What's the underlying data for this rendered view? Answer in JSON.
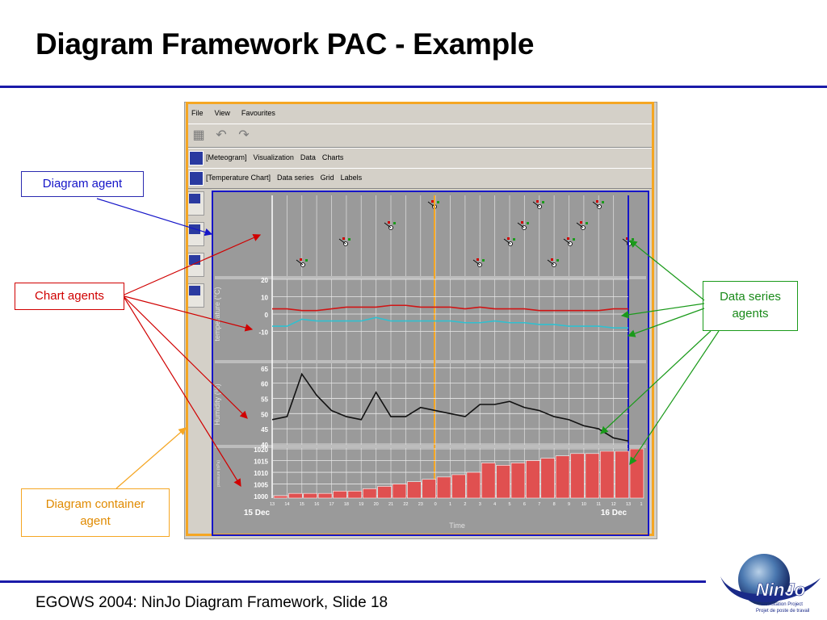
{
  "slide": {
    "title": "Diagram Framework PAC - Example",
    "footer": "EGOWS 2004: NinJo Diagram Framework, Slide 18"
  },
  "app": {
    "menu": [
      "File",
      "View",
      "Favourites"
    ],
    "toolbar_icons": [
      "print-icon",
      "undo-icon",
      "redo-icon"
    ],
    "meteogram_bar": {
      "items": [
        "[Meteogram]",
        "Visualization",
        "Data",
        "Charts"
      ]
    },
    "chart_bar": {
      "items": [
        "[Temperature Chart]",
        "Data series",
        "Grid",
        "Labels"
      ]
    }
  },
  "callouts": {
    "diagram_agent": "Diagram agent",
    "chart_agents": "Chart agents",
    "data_series_agents": [
      "Data series",
      "agents"
    ],
    "container_agent": [
      "Diagram container",
      "agent"
    ]
  },
  "logo": {
    "brand": "NinJo",
    "tagline": [
      "Workstation Project",
      "Projet de poste de travail"
    ]
  },
  "colors": {
    "diagram": "#1515c8",
    "chart": "#d00000",
    "series": "#1a9a1a",
    "container": "#f5a623"
  },
  "chart_data": {
    "type": "line",
    "x": [
      "13",
      "14",
      "15",
      "16",
      "17",
      "18",
      "19",
      "20",
      "21",
      "22",
      "23",
      "0",
      "1",
      "2",
      "3",
      "4",
      "5",
      "6",
      "7",
      "8",
      "9",
      "10",
      "11",
      "12",
      "13"
    ],
    "x_day_labels": [
      "15 Dec",
      "16 Dec"
    ],
    "x_after_last": "1",
    "xlabel": "Time",
    "panels": [
      {
        "ylabel": "temperature (°C)",
        "yticks": [
          "20",
          "10",
          "0",
          "-10"
        ],
        "ylim": [
          -20,
          20
        ],
        "series": [
          {
            "color": "#d01515",
            "values": [
              3,
              3,
              2,
              2,
              3,
              4,
              4,
              4,
              5,
              5,
              4,
              4,
              4,
              3,
              4,
              3,
              3,
              3,
              2,
              2,
              2,
              2,
              2,
              3,
              3
            ]
          },
          {
            "color": "#30c0d0",
            "values": [
              -7,
              -7,
              -3,
              -4,
              -4,
              -4,
              -4,
              -2,
              -4,
              -4,
              -4,
              -4,
              -4,
              -5,
              -5,
              -4,
              -5,
              -5,
              -6,
              -6,
              -7,
              -7,
              -7,
              -8,
              -8
            ]
          }
        ]
      },
      {
        "ylabel": "Humidity (%)",
        "yticks": [
          "65",
          "60",
          "55",
          "50",
          "45",
          "40"
        ],
        "ylim": [
          40,
          66
        ],
        "series": [
          {
            "color": "#111111",
            "values": [
              48,
              49,
              63,
              56,
              51,
              49,
              48,
              57,
              49,
              49,
              52,
              51,
              50,
              49,
              53,
              53,
              54,
              52,
              51,
              49,
              48,
              46,
              45,
              42,
              41
            ]
          }
        ]
      },
      {
        "ylabel": "pressure (hPa)",
        "yticks": [
          "1020",
          "1015",
          "1010",
          "1005",
          "1000"
        ],
        "ylim": [
          999,
          1020
        ],
        "type": "bar",
        "series": [
          {
            "color": "#e05050",
            "values": [
              1000,
              1001,
              1001,
              1001,
              1002,
              1002,
              1003,
              1004,
              1005,
              1006,
              1007,
              1008,
              1009,
              1010,
              1014,
              1013,
              1014,
              1015,
              1016,
              1017,
              1018,
              1018,
              1019,
              1019,
              1020
            ]
          }
        ]
      }
    ]
  }
}
